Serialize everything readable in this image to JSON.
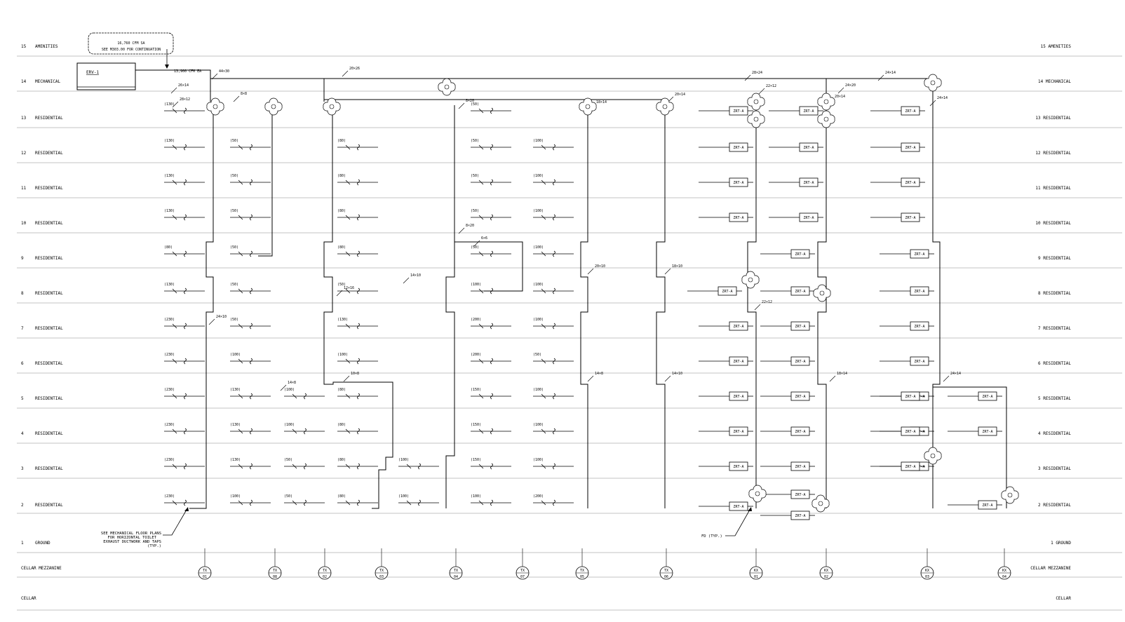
{
  "title": "",
  "floors": [
    {
      "num": "15",
      "left": "AMENITIES",
      "right": "15 AMENITIES"
    },
    {
      "num": "14",
      "left": "MECHANICAL",
      "right": "14 MECHANICAL"
    },
    {
      "num": "13",
      "left": "RESIDENTIAL",
      "right": "13 RESIDENTIAL"
    },
    {
      "num": "12",
      "left": "RESIDENTIAL",
      "right": "12 RESIDENTIAL"
    },
    {
      "num": "11",
      "left": "RESIDENTIAL",
      "right": "11 RESIDENTIAL"
    },
    {
      "num": "10",
      "left": "RESIDENTIAL",
      "right": "10 RESIDENTIAL"
    },
    {
      "num": "9",
      "left": "RESIDENTIAL",
      "right": "9 RESIDENTIAL"
    },
    {
      "num": "8",
      "left": "RESIDENTIAL",
      "right": "8 RESIDENTIAL"
    },
    {
      "num": "7",
      "left": "RESIDENTIAL",
      "right": "7 RESIDENTIAL"
    },
    {
      "num": "6",
      "left": "RESIDENTIAL",
      "right": "6 RESIDENTIAL"
    },
    {
      "num": "5",
      "left": "RESIDENTIAL",
      "right": "5 RESIDENTIAL"
    },
    {
      "num": "4",
      "left": "RESIDENTIAL",
      "right": "4 RESIDENTIAL"
    },
    {
      "num": "3",
      "left": "RESIDENTIAL",
      "right": "3 RESIDENTIAL"
    },
    {
      "num": "2",
      "left": "RESIDENTIAL",
      "right": "2 RESIDENTIAL"
    },
    {
      "num": "1",
      "left": "GROUND",
      "right": "1 GROUND"
    },
    {
      "num": "",
      "left": "CELLAR MEZZANINE",
      "right": "CELLAR MEZZANINE"
    },
    {
      "num": "",
      "left": "CELLAR",
      "right": "CELLAR"
    }
  ],
  "erv": {
    "label": "ERV-1",
    "ea": "13,900 CFM EA"
  },
  "callout_sa": {
    "line1": "16,760 CFM SA",
    "line2": "SEE M303.00 FOR CONTINUATION"
  },
  "note_bottom": {
    "lines": [
      "SEE MECHANICAL FLOOR PLANS",
      "FOR HORIZONTAL TOILET",
      "EXHAUST DUCTWORK AND TAPS",
      "(TYP.)"
    ]
  },
  "note_fd": "FD (TYP.)",
  "damper_label": "ZRT-A",
  "duct_sizes": {
    "main_a": "44x30",
    "top_a": "20x26",
    "top_b": "28x24",
    "top_c": "24x14",
    "s14": "26x14",
    "s13": "28x12",
    "s8x8": "8x8",
    "s8x20": "8x20",
    "s20x14": "20x14",
    "s18x14": "18x14",
    "s22x12": "22x12",
    "s24x20": "24x20",
    "s20x14b": "20x14",
    "s24x14": "24x14",
    "s8x20b": "8x20",
    "s6x6": "6x6",
    "s20x10": "20x10",
    "s18x10": "18x10",
    "s14x10": "14x10",
    "s12x16": "12x16",
    "s22x12b": "22x12",
    "s24x10": "24x10",
    "s14x8": "14x8",
    "s10x8": "10x8",
    "s14x8b": "14x8",
    "s14x10b": "14x10",
    "s18x14b": "18x14",
    "s24x14b": "24x14"
  },
  "columns": [
    {
      "tag": "TX",
      "num": "01",
      "cfm": [
        "(130)",
        "(130)",
        "(130)",
        "(130)",
        "(80)",
        "(130)",
        "(230)",
        "(230)",
        "(230)",
        "(230)",
        "(230)",
        "(230)"
      ]
    },
    {
      "tag": "TX",
      "num": "08",
      "cfm": [
        "(50)",
        "(50)",
        "(50)",
        "(50)",
        "(50)",
        "(50)",
        "(100)",
        "(130)",
        "(130)",
        "(130)",
        "(100)"
      ]
    },
    {
      "tag": "TX",
      "num": "02",
      "cfm": [
        "(100)",
        "(100)",
        "(50)",
        "(50)"
      ]
    },
    {
      "tag": "TX",
      "num": "03",
      "cfm": [
        "(80)",
        "(80)",
        "(80)",
        "(80)",
        "(50)",
        "(130)",
        "(100)",
        "(80)",
        "(80)",
        "(80)",
        "(80)"
      ]
    },
    {
      "tag": "TX",
      "num": "04",
      "cfm": [
        "(100)",
        "(100)"
      ]
    },
    {
      "tag": "TX",
      "num": "07",
      "cfm": [
        "(50)",
        "(50)",
        "(50)",
        "(50)",
        "(50)",
        "(100)",
        "(200)",
        "(200)",
        "(150)",
        "(150)",
        "(150)",
        "(100)"
      ]
    },
    {
      "tag": "TX",
      "num": "05",
      "cfm": [
        "(100)",
        "(100)",
        "(100)",
        "(100)",
        "(100)",
        "(100)",
        "(50)",
        "(100)",
        "(100)",
        "(100)",
        "(200)"
      ]
    },
    {
      "tag": "TX",
      "num": "06",
      "cfm": []
    },
    {
      "tag": "KX",
      "num": "01",
      "cfm": []
    },
    {
      "tag": "KX",
      "num": "02",
      "cfm": []
    },
    {
      "tag": "KX",
      "num": "03",
      "cfm": []
    },
    {
      "tag": "KX",
      "num": "04",
      "cfm": []
    }
  ]
}
